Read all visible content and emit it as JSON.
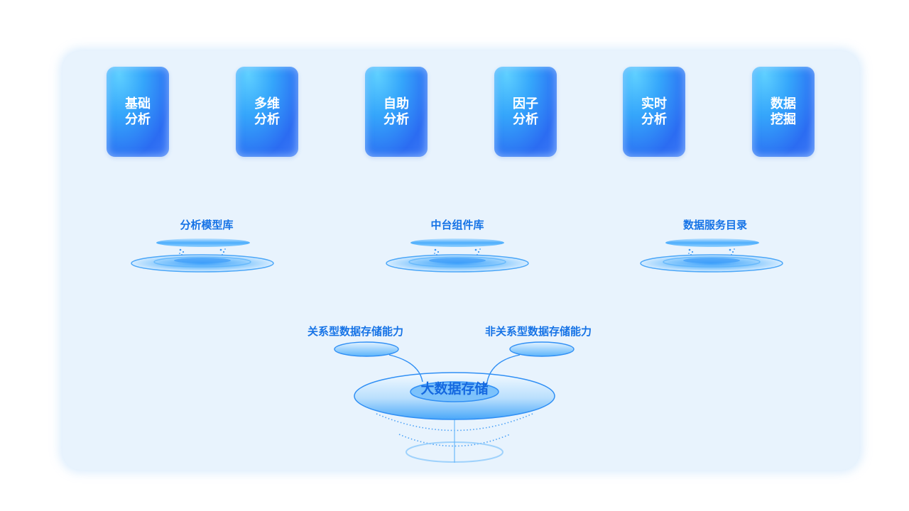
{
  "analysis_cards": [
    {
      "label": "基础分析"
    },
    {
      "label": "多维分析"
    },
    {
      "label": "自助分析"
    },
    {
      "label": "因子分析"
    },
    {
      "label": "实时分析"
    },
    {
      "label": "数据挖掘"
    }
  ],
  "middle_platforms": [
    {
      "label": "分析模型库"
    },
    {
      "label": "中台组件库"
    },
    {
      "label": "数据服务目录"
    }
  ],
  "storage": {
    "title": "大数据存储",
    "relational_label": "关系型数据存储能力",
    "non_relational_label": "非关系型数据存储能力"
  },
  "colors": {
    "accent": "#1673e6",
    "panel_bg": "#e8f3fd",
    "card_gradient_start": "#5fd0ff",
    "card_gradient_end": "#2b6cf2"
  }
}
